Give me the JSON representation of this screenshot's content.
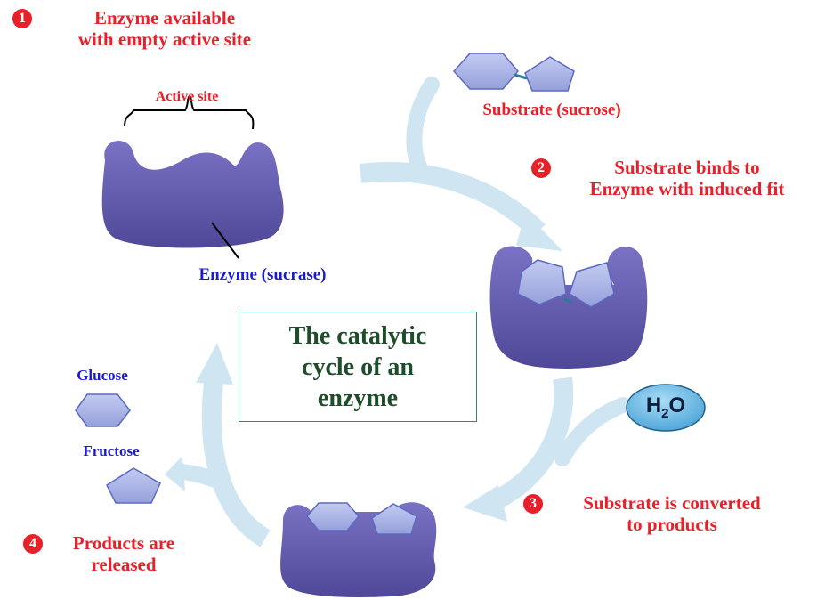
{
  "steps": [
    {
      "number": "1",
      "text_line1": "Enzyme available",
      "text_line2": "with empty active site"
    },
    {
      "number": "2",
      "text_line1": "Substrate binds to",
      "text_line2": "Enzyme with induced fit"
    },
    {
      "number": "3",
      "text_line1": "Substrate is converted",
      "text_line2": "to products"
    },
    {
      "number": "4",
      "text_line1": "Products are",
      "text_line2": "released"
    }
  ],
  "labels": {
    "active_site": "Active site",
    "substrate": "Substrate (sucrose)",
    "enzyme": "Enzyme (sucrase)",
    "glucose": "Glucose",
    "fructose": "Fructose",
    "water_h": "H",
    "water_sub": "2",
    "water_o": "O"
  },
  "title": {
    "line1": "The catalytic",
    "line2": "cycle of an",
    "line3": "enzyme"
  },
  "colors": {
    "step_text": "#e8202a",
    "label_blue": "#1b1bd6",
    "enzyme": "#6b63b5",
    "substrate_fill": "#a9b3e6",
    "arrow": "#cfe6f2",
    "title_text": "#1e4d2b",
    "title_border": "#2b8a6e"
  }
}
